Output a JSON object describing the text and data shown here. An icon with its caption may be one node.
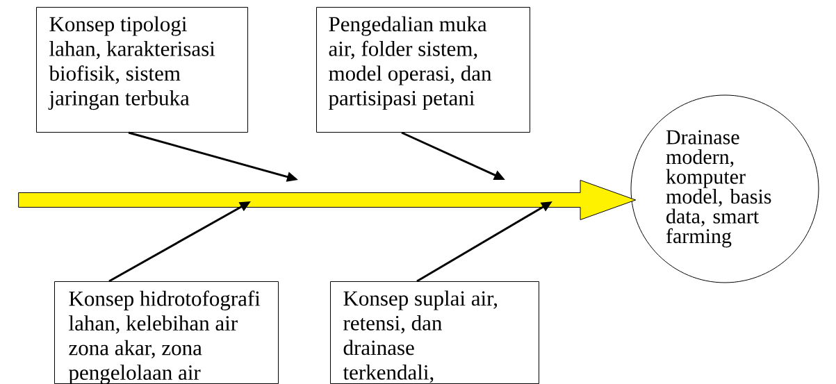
{
  "diagram": {
    "nodes": [
      {
        "text": [
          "Konsep tipologi lahan, karakterisasi biofisik, sistem jaringan terbuka"
        ]
      },
      {
        "text": [
          "Pengedalian muka air, folder sistem, model operasi, dan partisipasi petani"
        ]
      },
      {
        "text": [
          "Konsep hidrotofografi lahan, kelebihan air zona akar, zona pengelolaan air"
        ]
      },
      {
        "text": [
          "Konsep suplai air, retensi, dan drainase terkendali,"
        ]
      },
      {
        "text": [
          "Drainase modern, komputer model, basis data, smart farming"
        ]
      },
      {
        "text": [],
        "shape": "arrow"
      }
    ],
    "edges": [
      {
        "from": 0,
        "to": 5,
        "arrow": "to"
      },
      {
        "from": 1,
        "to": 5,
        "arrow": "to"
      },
      {
        "from": 2,
        "to": 5,
        "arrow": "to"
      },
      {
        "from": 3,
        "to": 5,
        "arrow": "to"
      }
    ]
  }
}
